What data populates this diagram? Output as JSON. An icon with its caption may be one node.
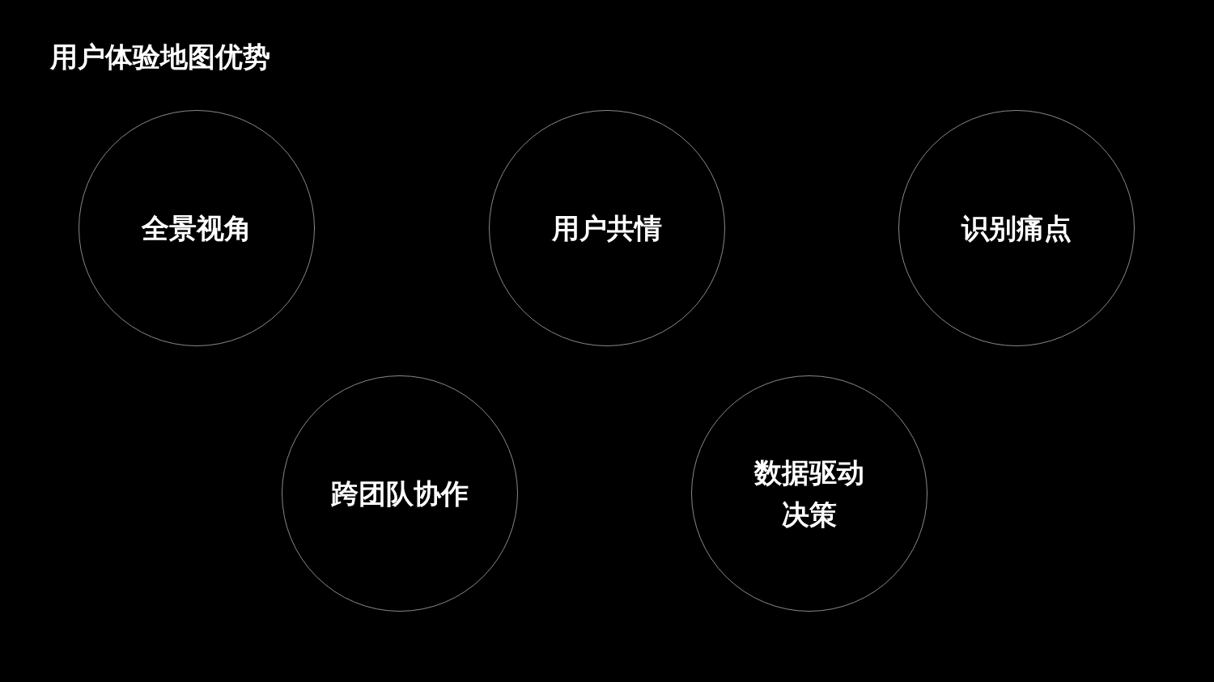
{
  "diagram": {
    "title": "用户体验地图优势",
    "nodes": [
      {
        "text": [
          "全景视角"
        ]
      },
      {
        "text": [
          "用户共情"
        ]
      },
      {
        "text": [
          "识别痛点"
        ]
      },
      {
        "text": [
          "跨团队协作"
        ]
      },
      {
        "text": [
          "数据驱动决策"
        ]
      }
    ]
  }
}
